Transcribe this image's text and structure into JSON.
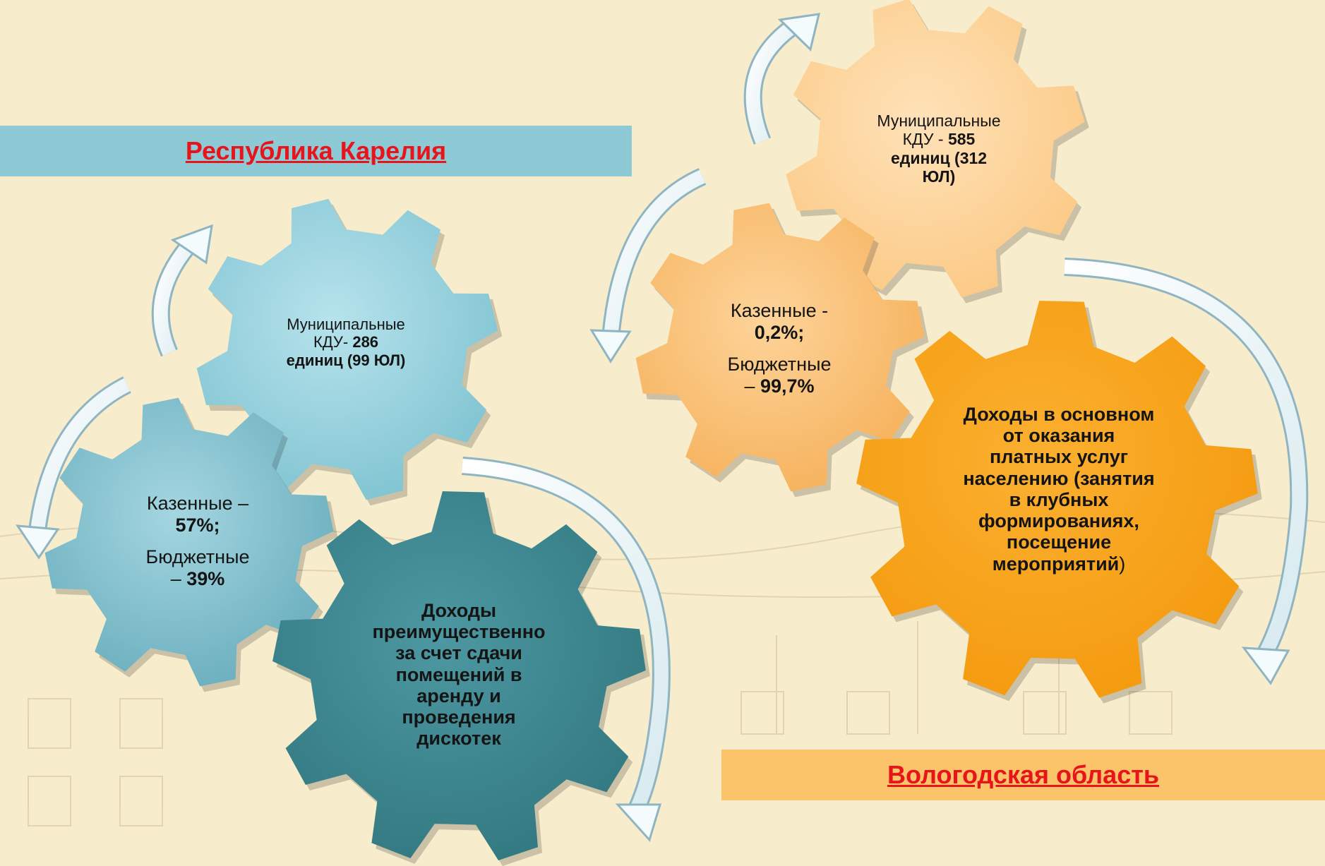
{
  "karelia": {
    "title": "Республика Карелия",
    "municipal": {
      "line1": "Муниципальные",
      "line2_prefix": "КДУ- ",
      "count": "286",
      "line3": "единиц (99 ЮЛ)"
    },
    "types": {
      "kazennye_label": "Казенные –",
      "kazennye_value": "57%;",
      "budget_label": "Бюджетные",
      "budget_prefix": "– ",
      "budget_value": "39%"
    },
    "income": [
      "Доходы",
      "преимущественно",
      "за счет сдачи",
      "помещений в",
      "аренду и",
      "проведения",
      "дискотек"
    ]
  },
  "vologda": {
    "title": "Вологодская область",
    "municipal": {
      "line1": "Муниципальные",
      "line2_prefix": "КДУ - ",
      "count": "585",
      "line3": "единиц (312",
      "line4": "ЮЛ)"
    },
    "types": {
      "kazennye_label": "Казенные -",
      "kazennye_value": "0,2%;",
      "budget_label": "Бюджетные",
      "budget_prefix": "– ",
      "budget_value": "99,7%"
    },
    "income": [
      "Доходы в основном",
      "от оказания",
      "платных услуг",
      "населению (занятия",
      "в клубных",
      "формированиях,",
      "посещение",
      "мероприятий"
    ],
    "income_tail": ")"
  },
  "colors": {
    "karelia_light": "#8fd0dd",
    "karelia_mid": "#74b7c4",
    "karelia_dark": "#3f8992",
    "vologda_light": "#fdd49a",
    "vologda_mid": "#f8b96a",
    "vologda_dark": "#f7a11a",
    "background": "#f7eccb",
    "title_text": "#e8141b"
  }
}
